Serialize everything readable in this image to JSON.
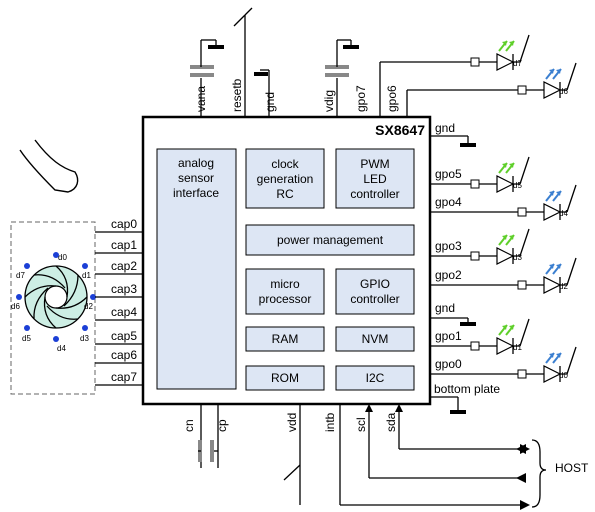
{
  "chip": {
    "name": "SX8647",
    "blocks": {
      "analog": [
        "analog",
        "sensor",
        "interface"
      ],
      "clock": [
        "clock",
        "generation",
        "RC"
      ],
      "pwm": [
        "PWM",
        "LED",
        "controller"
      ],
      "power": [
        "power management"
      ],
      "micro": [
        "micro",
        "processor"
      ],
      "gpio": [
        "GPIO",
        "controller"
      ],
      "ram": [
        "RAM"
      ],
      "nvm": [
        "NVM"
      ],
      "rom": [
        "ROM"
      ],
      "i2c": [
        "I2C"
      ]
    }
  },
  "top_pins": [
    "vana",
    "resetb",
    "gnd",
    "vdig",
    "gpo7",
    "gpo6"
  ],
  "left_pins": [
    "cap0",
    "cap1",
    "cap2",
    "cap3",
    "cap4",
    "cap5",
    "cap6",
    "cap7"
  ],
  "right_pins": [
    "gnd",
    "gpo5",
    "gpo4",
    "gpo3",
    "gpo2",
    "gnd",
    "gpo1",
    "gpo0",
    "bottom plate"
  ],
  "bottom_pins": [
    "cn",
    "cp",
    "vdd",
    "intb",
    "scl",
    "sda"
  ],
  "leds": [
    "d7",
    "d6",
    "d5",
    "d4",
    "d3",
    "d2",
    "d1",
    "d0"
  ],
  "wheel_labels": [
    "d0",
    "d1",
    "d2",
    "d3",
    "d4",
    "d5",
    "d6",
    "d7"
  ],
  "host_label": "HOST",
  "colors": {
    "chip_fill": "#dde6f4",
    "green_led": "#5fcf2a",
    "blue_led": "#3b7fd0",
    "wheel": "#cdeee4",
    "dots": "#1b3fd6"
  }
}
